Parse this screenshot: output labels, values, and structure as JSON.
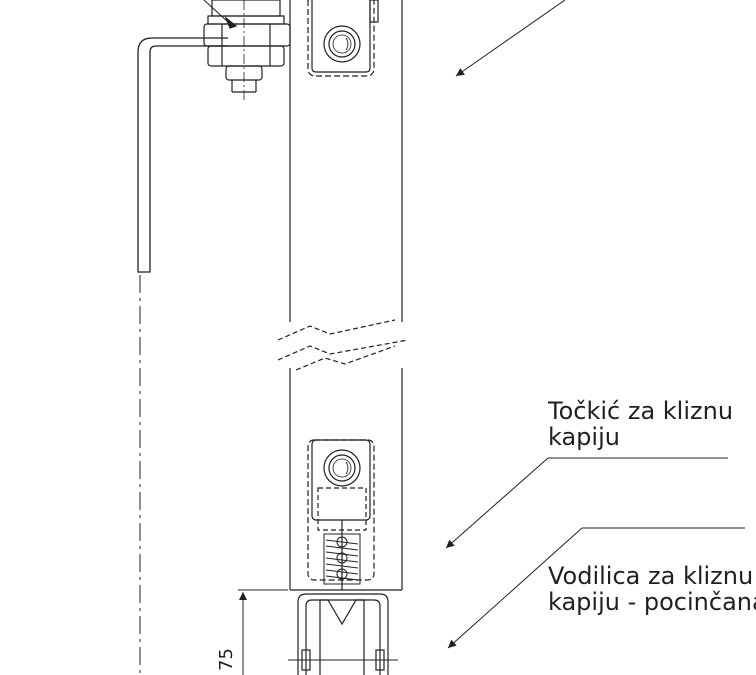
{
  "callouts": {
    "wheel": {
      "line1": "Točkić za kliznu",
      "line2": "kapiju"
    },
    "guide": {
      "line1": "Vodilica za kliznu",
      "line2": "kapiju - pocinčana"
    }
  },
  "dimension_label": "75",
  "colors": {
    "line": "#231f20",
    "background": "#ffffff"
  }
}
